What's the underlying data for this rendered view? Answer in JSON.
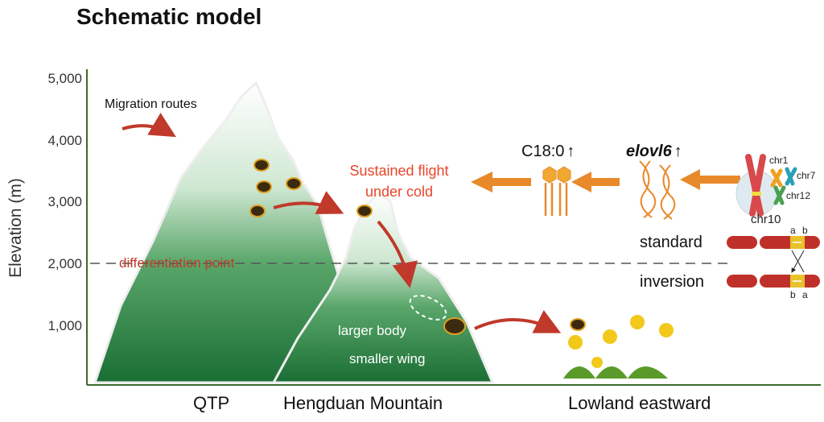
{
  "title": "Schematic model",
  "axis": {
    "ylabel": "Elevation (m)",
    "ticks": [
      "5,000",
      "4,000",
      "3,000",
      "2,000",
      "1,000"
    ]
  },
  "labels": {
    "migration_routes": "Migration routes",
    "differentiation_point": "differentiation point",
    "sustained_flight_line1": "Sustained flight",
    "sustained_flight_line2": "under cold",
    "c18": "C18:0",
    "elovl6": "elovl6",
    "up_arrow": "↑",
    "chr1": "chr1",
    "chr7": "chr7",
    "chr12": "chr12",
    "chr10": "chr10",
    "standard": "standard",
    "inversion": "inversion",
    "a": "a",
    "b": "b",
    "larger_body": "larger body",
    "smaller_wing": "smaller wing"
  },
  "regions": [
    "QTP",
    "Hengduan Mountain",
    "Lowland eastward"
  ],
  "colors": {
    "axis": "#3a6b2a",
    "arrow_red": "#c0392b",
    "flight_text": "#e8462a",
    "orange": "#e8892b",
    "mountain_dark": "#1e7a3a",
    "chromosome_red": "#c0302a",
    "inversion_yellow": "#e8c22a"
  }
}
